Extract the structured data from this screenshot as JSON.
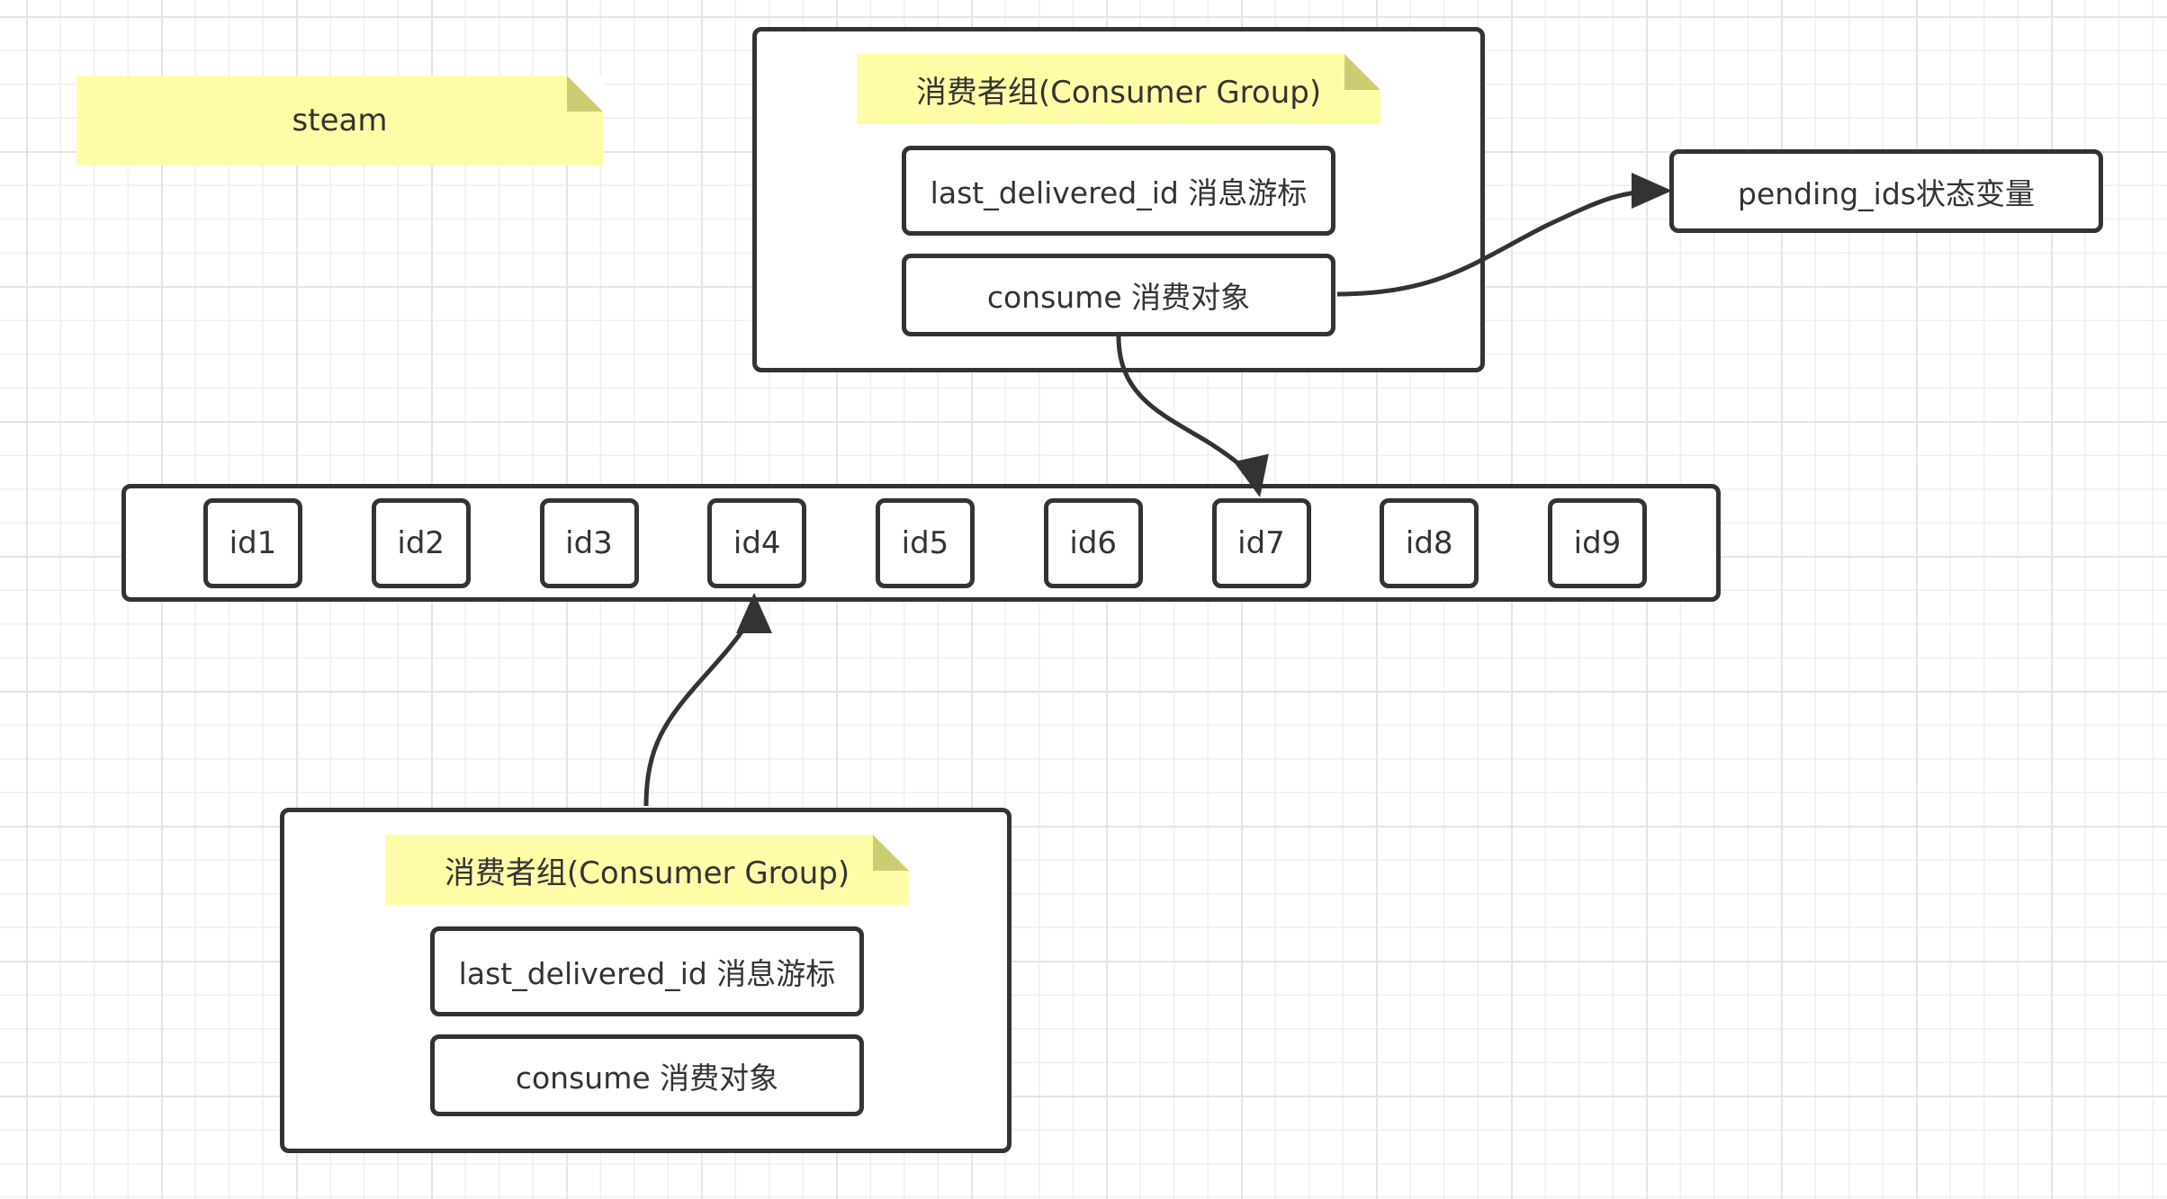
{
  "colors": {
    "note_fill": "#fffca8",
    "note_fold": "#cccc73",
    "stroke": "#333333",
    "background": "#ffffff",
    "grid": "#efefef"
  },
  "stream_note": {
    "label": "steam"
  },
  "consumer_group_top": {
    "title": "消费者组(Consumer Group)",
    "last_delivered_label": "last_delivered_id 消息游标",
    "consume_label": "consume 消费对象"
  },
  "consumer_group_bottom": {
    "title": "消费者组(Consumer Group)",
    "last_delivered_label": "last_delivered_id 消息游标",
    "consume_label": "consume 消费对象"
  },
  "pending": {
    "label": "pending_ids状态变量"
  },
  "stream": {
    "ids": [
      "id1",
      "id2",
      "id3",
      "id4",
      "id5",
      "id6",
      "id7",
      "id8",
      "id9"
    ]
  },
  "edges": [
    {
      "from": "consumer_group_top.consume",
      "to": "pending"
    },
    {
      "from": "consumer_group_top.consume",
      "to": "stream.id7"
    },
    {
      "from": "consumer_group_bottom",
      "to": "stream.id4"
    }
  ]
}
